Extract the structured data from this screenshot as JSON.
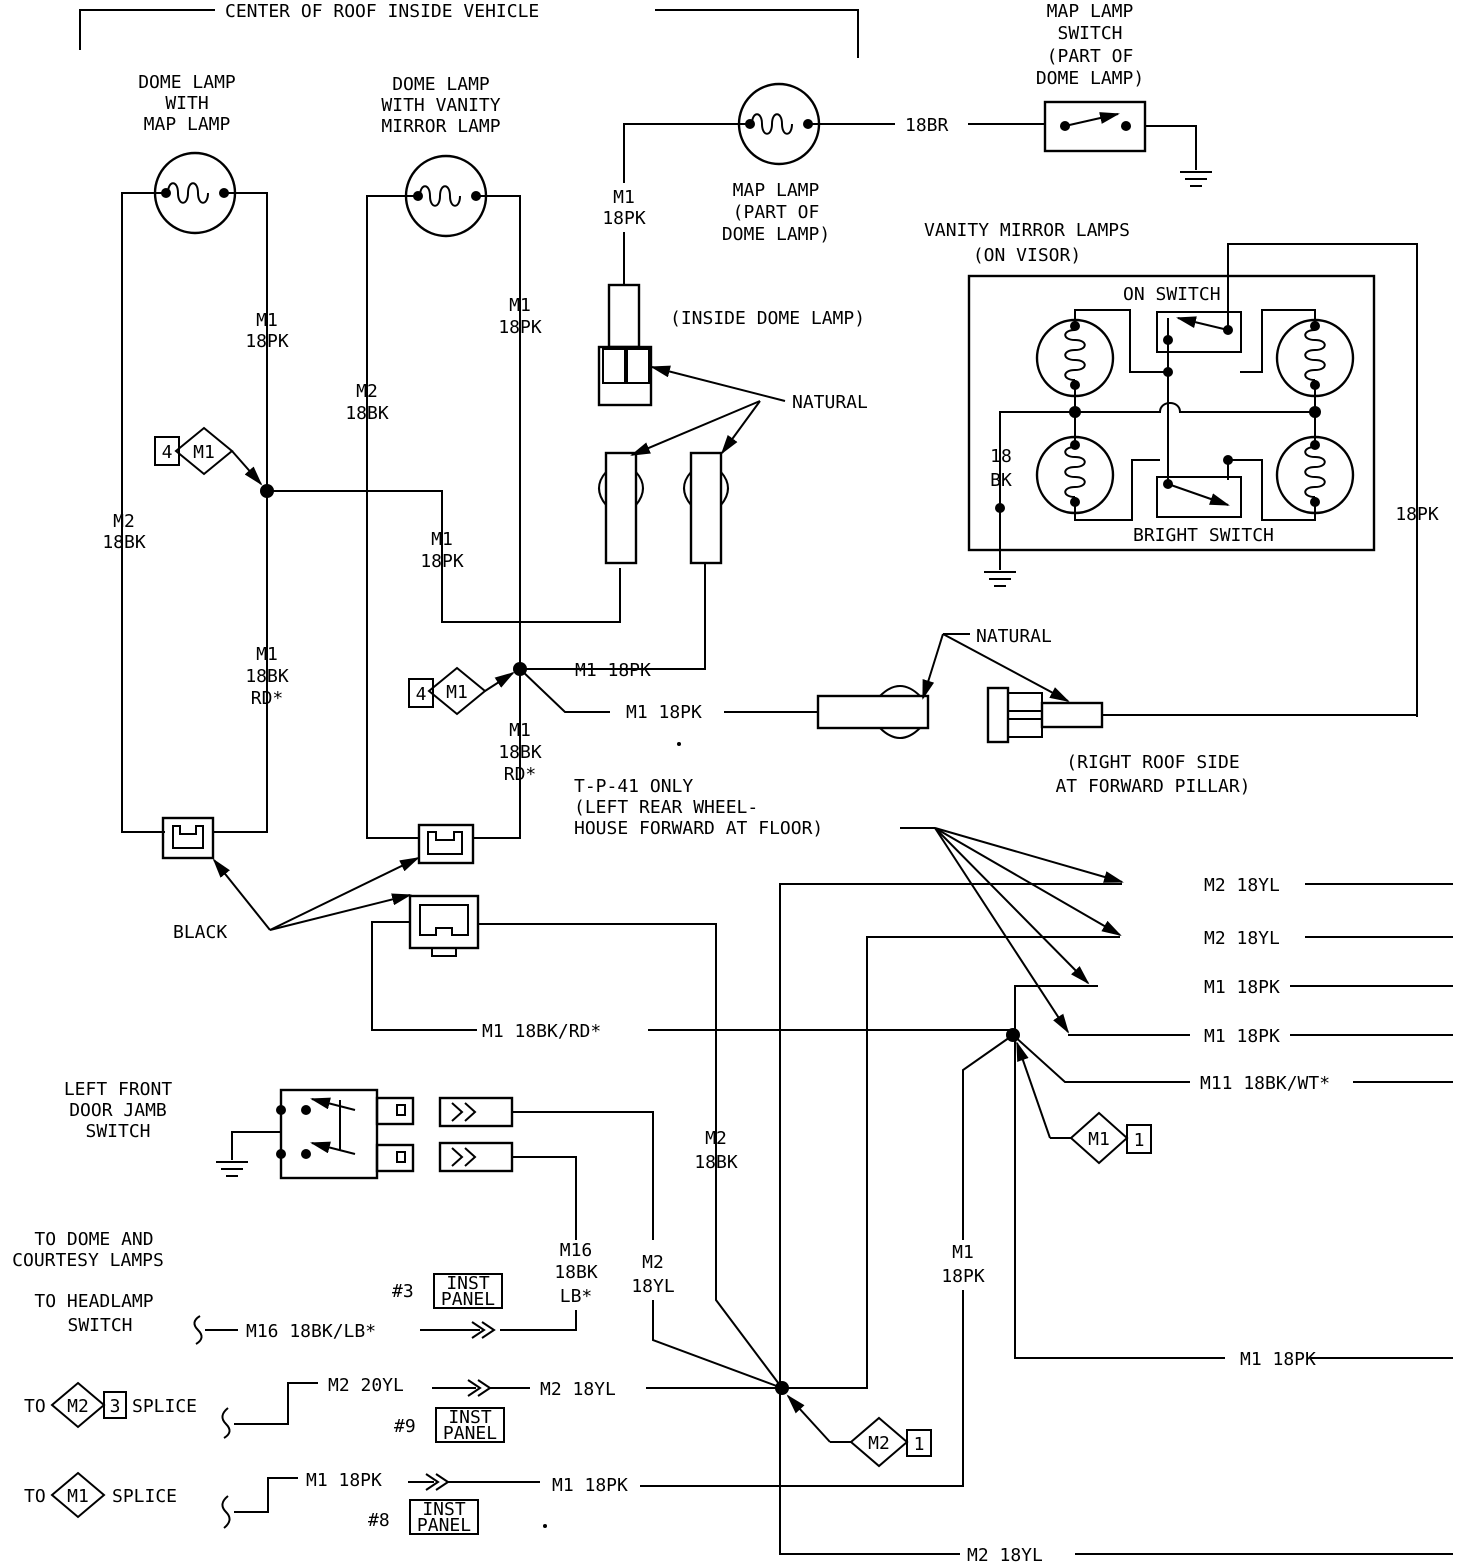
{
  "header": {
    "center_roof": "CENTER OF ROOF INSIDE VEHICLE"
  },
  "lamps": {
    "dome_map": [
      "DOME LAMP",
      "WITH",
      "MAP LAMP"
    ],
    "dome_vanity": [
      "DOME LAMP",
      "WITH VANITY",
      "MIRROR LAMP"
    ],
    "map_lamp": [
      "MAP LAMP",
      "(PART OF",
      "DOME LAMP)"
    ],
    "map_switch": [
      "MAP LAMP",
      "SWITCH",
      "(PART OF",
      "DOME LAMP)"
    ],
    "vanity_title": [
      "VANITY MIRROR LAMPS",
      "(ON VISOR)"
    ],
    "on_switch": "ON SWITCH",
    "bright_switch": "BRIGHT SWITCH"
  },
  "connectors": {
    "inside_dome": "(INSIDE DOME LAMP)",
    "natural": "NATURAL",
    "black": "BLACK",
    "right_roof": [
      "(RIGHT ROOF SIDE",
      "AT FORWARD PILLAR)"
    ],
    "tp41": [
      "T-P-41 ONLY",
      "(LEFT REAR WHEEL-",
      "HOUSE FORWARD AT FLOOR)"
    ]
  },
  "wires": {
    "m1_18pk": [
      "M1",
      "18PK"
    ],
    "m2_18bk": [
      "M2",
      "18BK"
    ],
    "m1_18bk_rd": [
      "M1",
      "18BK",
      "RD*"
    ],
    "m2_18yl": [
      "M2",
      "18YL"
    ],
    "m16_18bk_lb": [
      "M16",
      "18BK",
      "LB*"
    ],
    "w18br": "18BR",
    "w18pk": "18PK",
    "w18bk": [
      "18",
      "BK"
    ],
    "m1_18pk_inline": "M1 18PK",
    "m2_18yl_inline": "M2 18YL",
    "m1_18bk_rd_inline": "M1 18BK/RD*",
    "m11": "M11 18BK/WT*",
    "m16_inline": "M16 18BK/LB*",
    "m2_20yl": "M2 20YL"
  },
  "splices": {
    "m1": "M1",
    "m2": "M2",
    "n4": "4",
    "n1": "1",
    "n3": "3"
  },
  "panels": {
    "inst": [
      "INST",
      "PANEL"
    ],
    "p3": "#3",
    "p9": "#9",
    "p8": "#8"
  },
  "left": {
    "door_switch": [
      "LEFT FRONT",
      "DOOR JAMB",
      "SWITCH"
    ],
    "to_dome": [
      "TO DOME AND",
      "COURTESY LAMPS"
    ],
    "to_headlamp": [
      "TO HEADLAMP",
      "SWITCH"
    ],
    "to": "TO",
    "splice": "SPLICE"
  }
}
